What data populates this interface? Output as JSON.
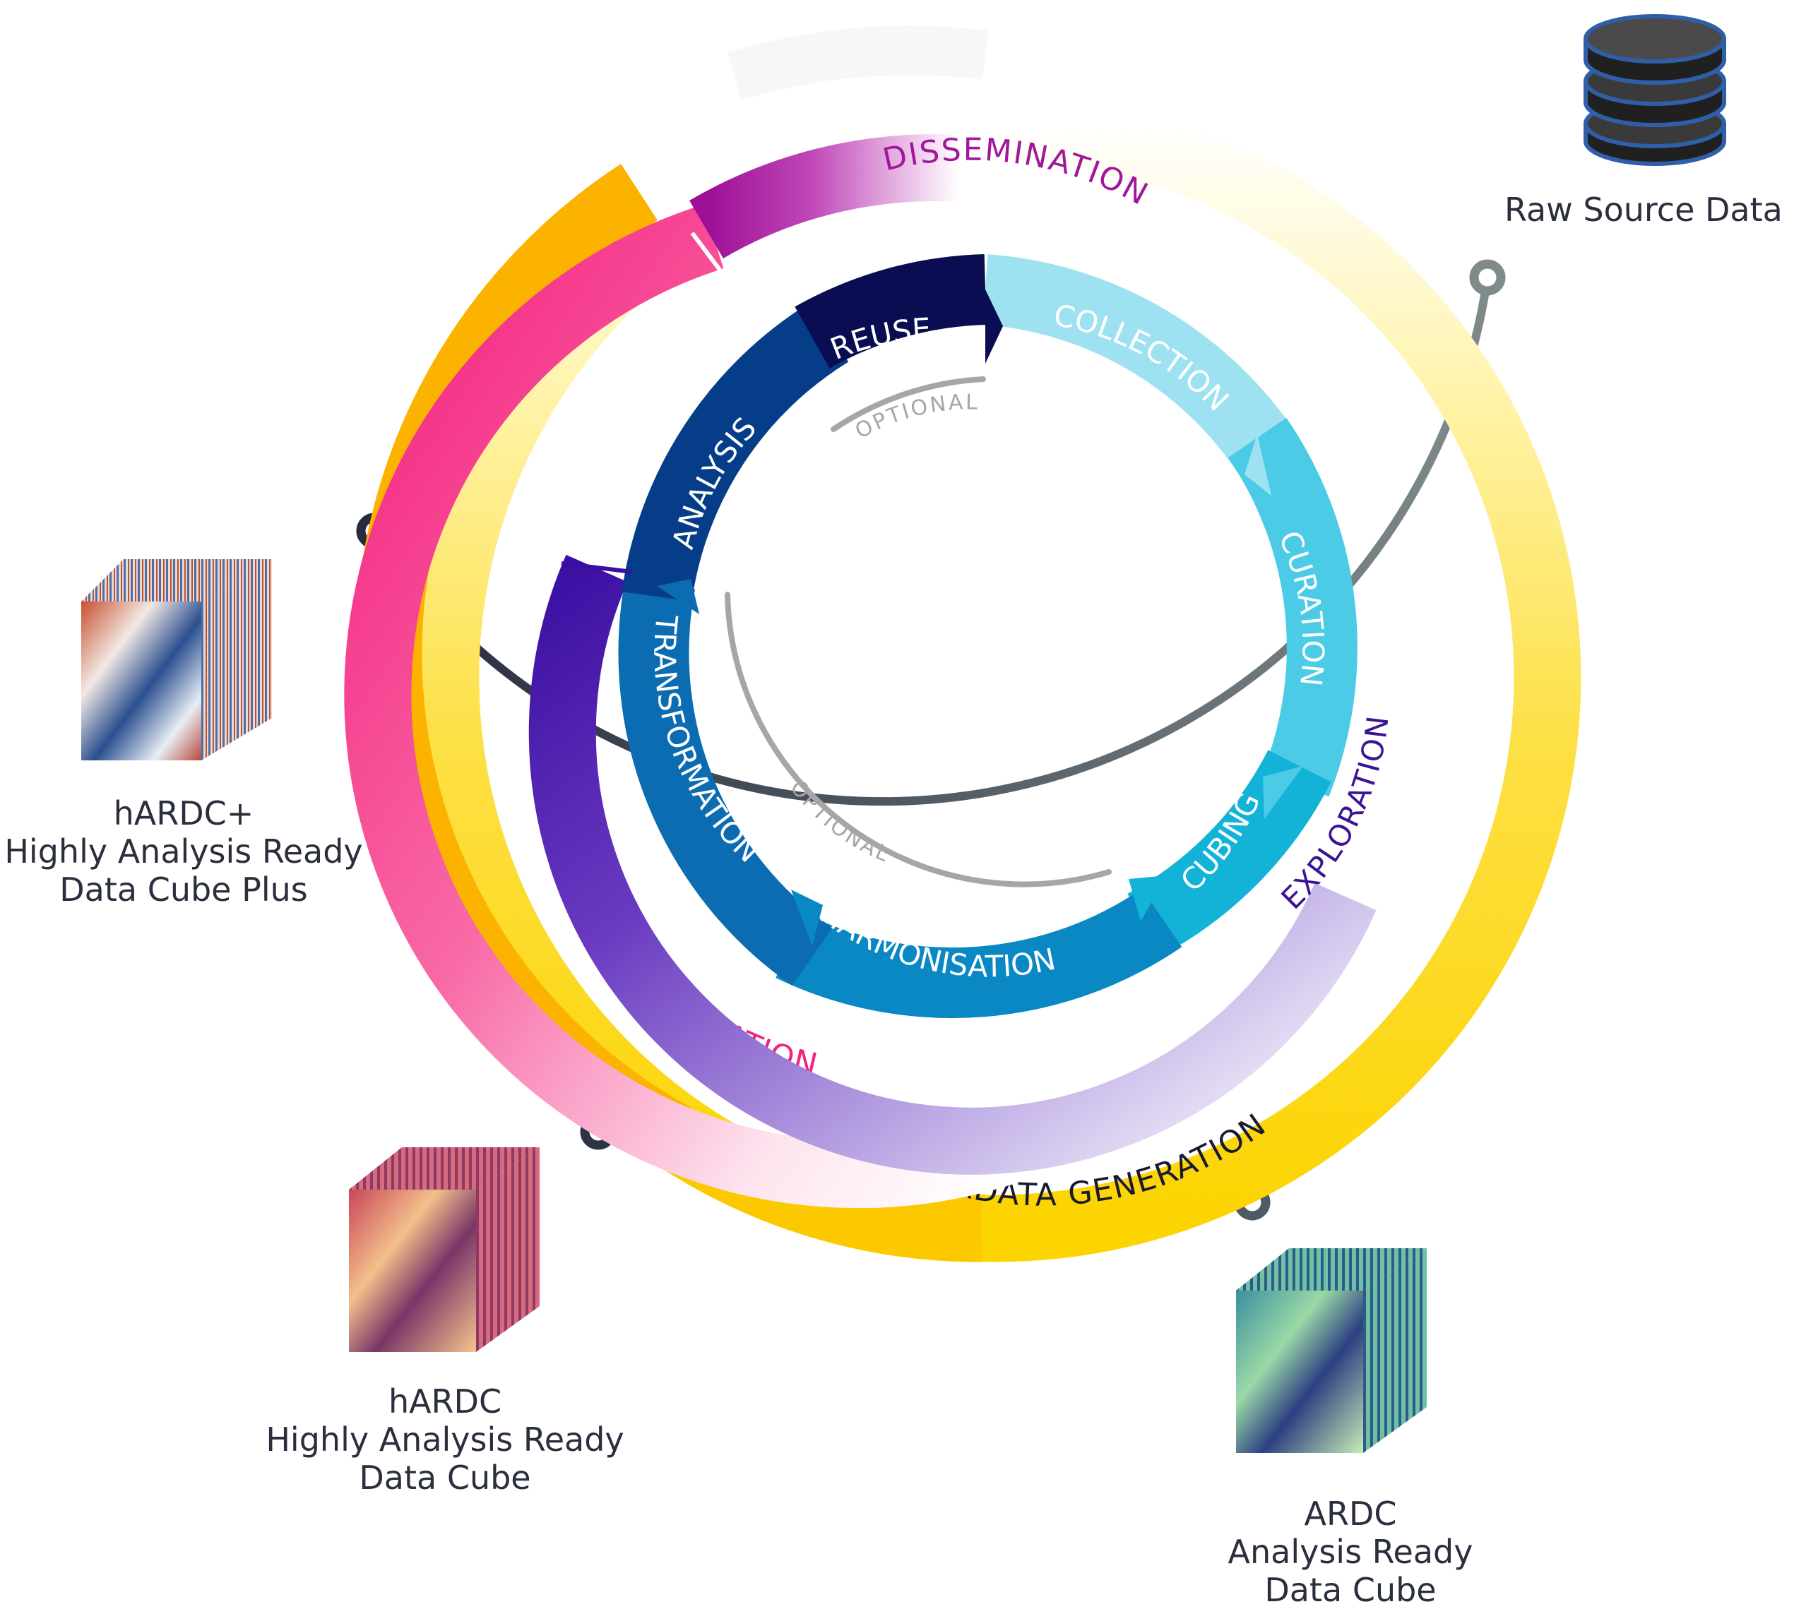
{
  "stages": {
    "reuse": "REUSE",
    "collection": "COLLECTION",
    "curation": "CURATION",
    "cubing": "CUBING",
    "harmonisation": "HARMONISATION",
    "transformation": "TRANSFORMATION",
    "analysis": "ANALYSIS",
    "optional_top": "OPTIONAL",
    "optional_bottom": "OPTIONAL"
  },
  "rings": {
    "exploration": "EXPLORATION",
    "visualisation": "VISUALISATION",
    "dissemination": "DISSEMINATION",
    "metadata_generation": "METADATA GENERATION"
  },
  "outputs": {
    "raw": {
      "line1": "Raw Source Data"
    },
    "ardc": {
      "line1": "ARDC",
      "line2": "Analysis Ready",
      "line3": "Data Cube"
    },
    "hardc": {
      "line1": "hARDC",
      "line2": "Highly Analysis Ready",
      "line3": "Data Cube"
    },
    "hardc_plus": {
      "line1": "hARDC+",
      "line2": "Highly Analysis Ready",
      "line3": "Data Cube Plus"
    }
  },
  "colors": {
    "reuse": "#0b0d52",
    "collection": "#9fe1f2",
    "curation": "#4ccbe6",
    "cubing": "#12b2d6",
    "harmonisation": "#0986c3",
    "transformation": "#0a6cb3",
    "analysis": "#053d88",
    "exploration": "#4a14a6",
    "visualisation": "#f42a86",
    "dissemination": "#a1159b",
    "metadata": "#fcd400",
    "metadata_left": "#fbb000",
    "optional": "#a6a6a6",
    "track": "#2c3245"
  },
  "icons": {
    "database": "database-icon",
    "hardc_plus_cube": "cube-icon",
    "hardc_cube": "cube-icon",
    "ardc_cube": "cube-icon"
  }
}
